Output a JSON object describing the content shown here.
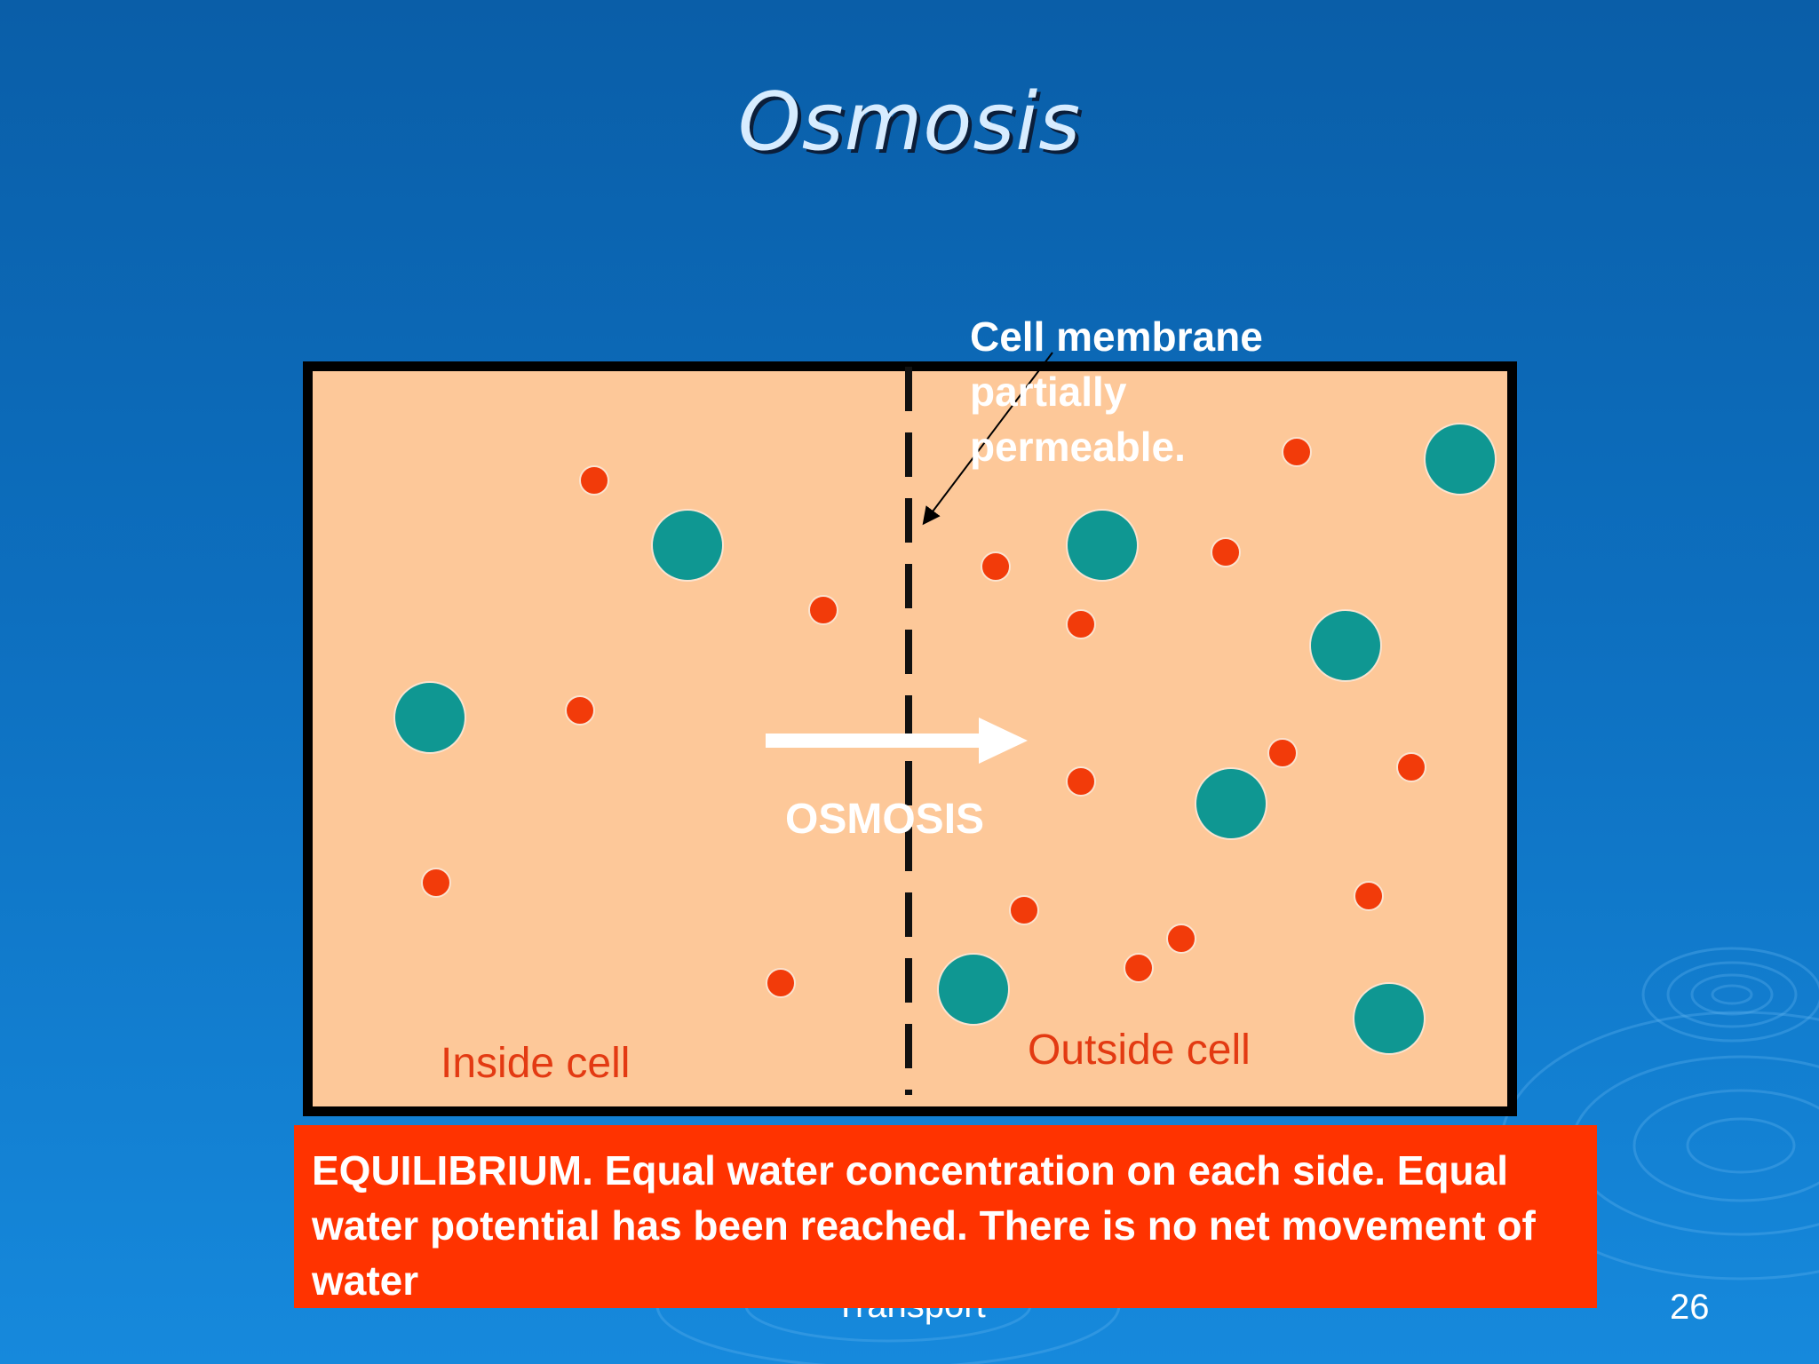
{
  "slide": {
    "title": "Osmosis",
    "number": "26",
    "footer": "Transport"
  },
  "diagram": {
    "membrane_label": [
      "Cell membrane",
      "partially",
      "permeable."
    ],
    "arrow_label": "OSMOSIS",
    "inside_label": "Inside cell",
    "outside_label": "Outside cell",
    "colors": {
      "background": "#0d6fbf",
      "container_fill": "#fdc899",
      "small_particle": "#f23b0a",
      "large_particle": "#0f9792",
      "callout_fill": "#ff3300"
    }
  },
  "callout": {
    "text": "EQUILIBRIUM. Equal water concentration on each side. Equal water potential has been reached. There is no net movement of water"
  }
}
